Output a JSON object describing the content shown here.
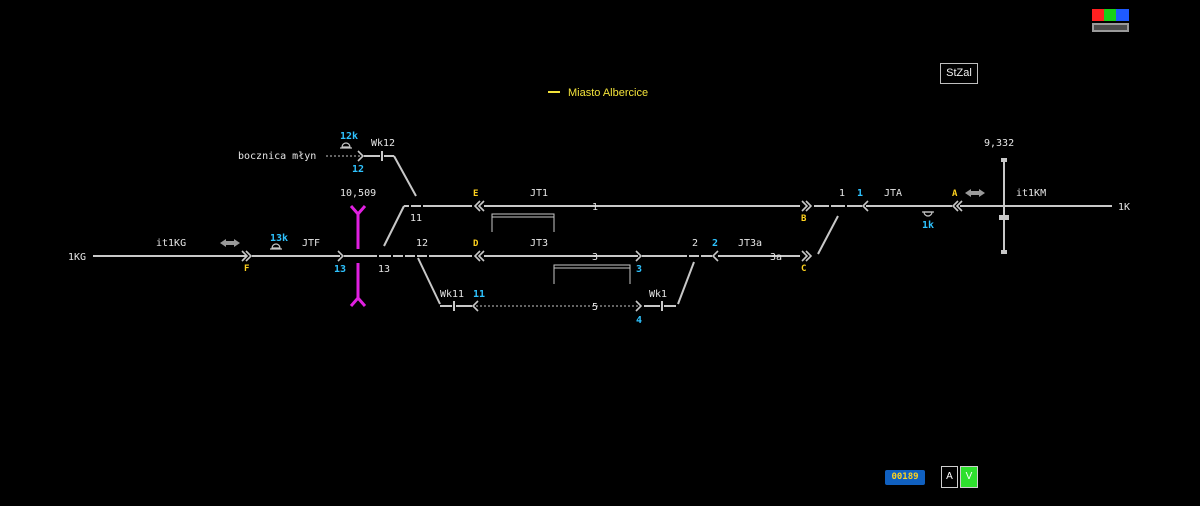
{
  "station": {
    "name": "Miasto Albercice"
  },
  "ends": {
    "left": "1KG",
    "right": "1K"
  },
  "blocks": {
    "left": "it1KG",
    "right": "it1KM"
  },
  "tracks": {
    "jtf": "JTF",
    "jt1": "JT1",
    "jt3": "JT3",
    "jt3a": "JT3a",
    "jta": "JTA",
    "t1": "1",
    "t3": "3",
    "t5": "5",
    "t2": "2",
    "t3a": "3a",
    "sw11": "11",
    "sw12": "12",
    "sw13": "13",
    "sw1": "1"
  },
  "signals": {
    "F": "F",
    "E": "E",
    "D": "D",
    "B": "B",
    "C": "C",
    "A": "A",
    "s13": "13",
    "s3": "3",
    "s4": "4",
    "s1": "1",
    "s2": "2",
    "s11": "11",
    "s12": "12"
  },
  "shunt": {
    "k12": "12k",
    "k13": "13k",
    "k1": "1k"
  },
  "points": {
    "wk12": "Wk12",
    "wk11": "Wk11",
    "wk1": "Wk1"
  },
  "siding": {
    "label": "bocznica młyn"
  },
  "kilometre": {
    "left": "10,509",
    "right": "9,332"
  },
  "ui": {
    "stzal": "StZal",
    "counter": "00189",
    "btnA": "A",
    "btnV": "V"
  },
  "colors": {
    "track": "#c8c8c8",
    "signal_yellow": "#ffd21e",
    "signal_cyan": "#2ec3ff",
    "crossing": "#e020e0",
    "title": "#f2e23a"
  }
}
